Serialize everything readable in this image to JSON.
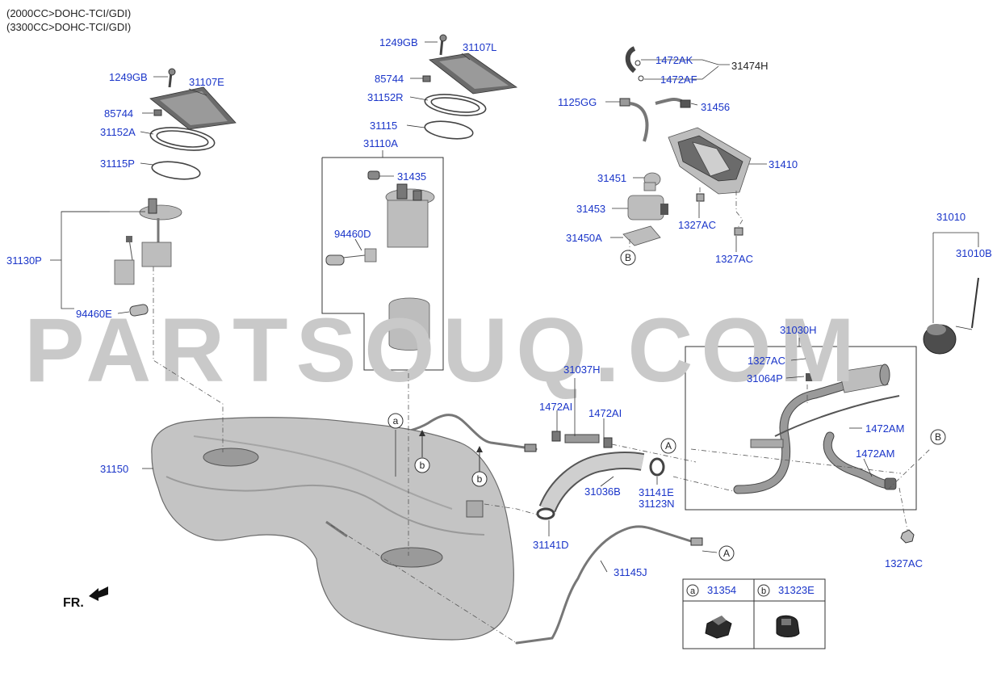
{
  "header": {
    "engine_1": "(2000CC>DOHC-TCI/GDI)",
    "engine_2": "(3300CC>DOHC-TCI/GDI)"
  },
  "watermark": "PARTSOUQ.COM",
  "orientation": {
    "label": "FR."
  },
  "callouts": {
    "c_1249GB_left": "1249GB",
    "c_31107E": "31107E",
    "c_85744_left": "85744",
    "c_31152A": "31152A",
    "c_31115P": "31115P",
    "c_31130P": "31130P",
    "c_94460E": "94460E",
    "c_1249GB_mid": "1249GB",
    "c_31107L": "31107L",
    "c_85744_mid": "85744",
    "c_31152R": "31152R",
    "c_31115": "31115",
    "c_31110A": "31110A",
    "c_31435": "31435",
    "c_94460D": "94460D",
    "c_1472AK": "1472AK",
    "c_31474H": "31474H",
    "c_1472AF": "1472AF",
    "c_1125GG": "1125GG",
    "c_31456": "31456",
    "c_31410": "31410",
    "c_31451": "31451",
    "c_31453": "31453",
    "c_1327AC_1": "1327AC",
    "c_31450A": "31450A",
    "c_1327AC_2": "1327AC",
    "c_31010": "31010",
    "c_31010B": "31010B",
    "c_31030H": "31030H",
    "c_1327AC_3": "1327AC",
    "c_31064P": "31064P",
    "c_1472AM_1": "1472AM",
    "c_1472AM_2": "1472AM",
    "c_1327AC_4": "1327AC",
    "c_31037H": "31037H",
    "c_1472AI_1": "1472AI",
    "c_1472AI_2": "1472AI",
    "c_31150": "31150",
    "c_31036B": "31036B",
    "c_31141E": "31141E",
    "c_31123N": "31123N",
    "c_31141D": "31141D",
    "c_31145J": "31145J"
  },
  "refs": {
    "a": "a",
    "b": "b",
    "A": "A",
    "B": "B"
  },
  "legend": [
    {
      "letter": "a",
      "part": "31354"
    },
    {
      "letter": "b",
      "part": "31323E"
    }
  ]
}
